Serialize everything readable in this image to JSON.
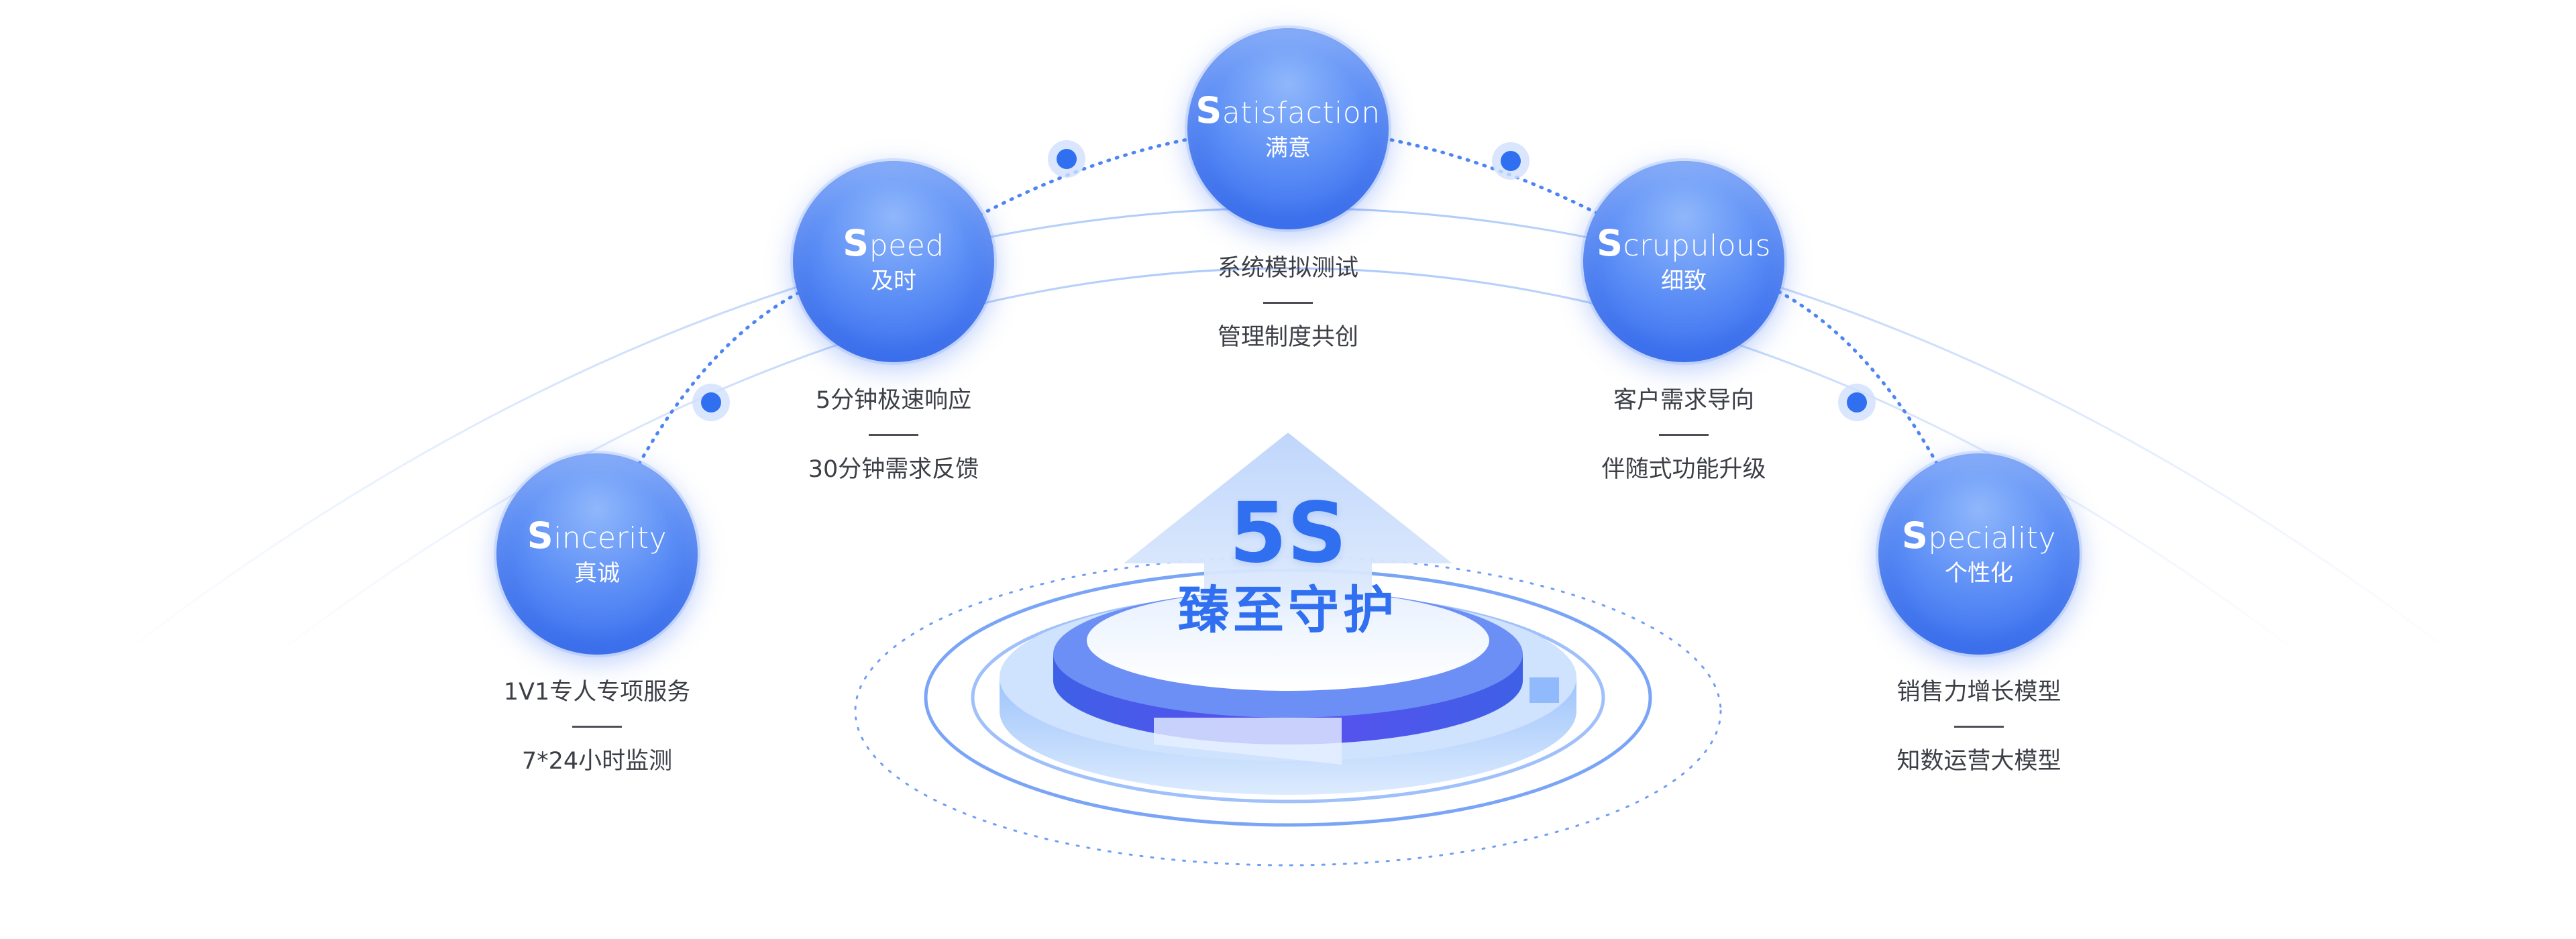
{
  "center": {
    "title": "5S",
    "subtitle": "臻至守护"
  },
  "nodes": [
    {
      "id": "sincerity",
      "initial": "S",
      "rest": "incerity",
      "cn": "真诚",
      "desc1": "1V1专人专项服务",
      "desc2": "7*24小时监测"
    },
    {
      "id": "speed",
      "initial": "S",
      "rest": "peed",
      "cn": "及时",
      "desc1": "5分钟极速响应",
      "desc2": "30分钟需求反馈"
    },
    {
      "id": "satisfaction",
      "initial": "S",
      "rest": "atisfaction",
      "cn": "满意",
      "desc1": "系统模拟测试",
      "desc2": "管理制度共创"
    },
    {
      "id": "scrupulous",
      "initial": "S",
      "rest": "crupulous",
      "cn": "细致",
      "desc1": "客户需求导向",
      "desc2": "伴随式功能升级"
    },
    {
      "id": "speciality",
      "initial": "S",
      "rest": "peciality",
      "cn": "个性化",
      "desc1": "销售力增长模型",
      "desc2": "知数运营大模型"
    }
  ],
  "colors": {
    "accent": "#2f6ff0",
    "node": "#4a7ff3",
    "dot": "#2f6ff0",
    "text": "#3c3f46"
  }
}
